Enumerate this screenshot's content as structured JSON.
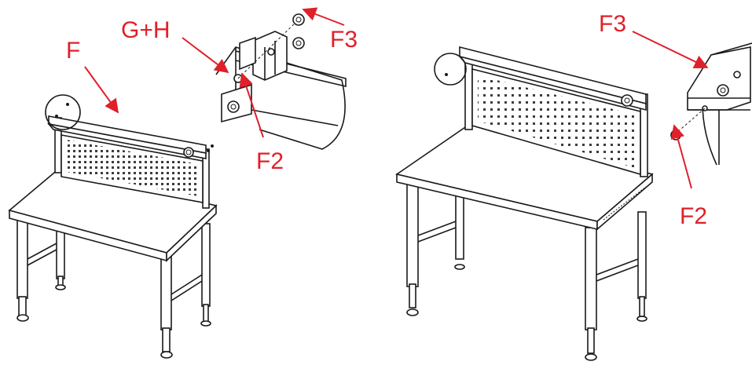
{
  "labels": {
    "f": "F",
    "gh": "G+H",
    "f3_left": "F3",
    "f2_left": "F2",
    "f3_right": "F3",
    "f2_right": "F2"
  },
  "colors": {
    "callout": "#e0202a",
    "line": "#1a1a1a",
    "background": "#ffffff"
  }
}
